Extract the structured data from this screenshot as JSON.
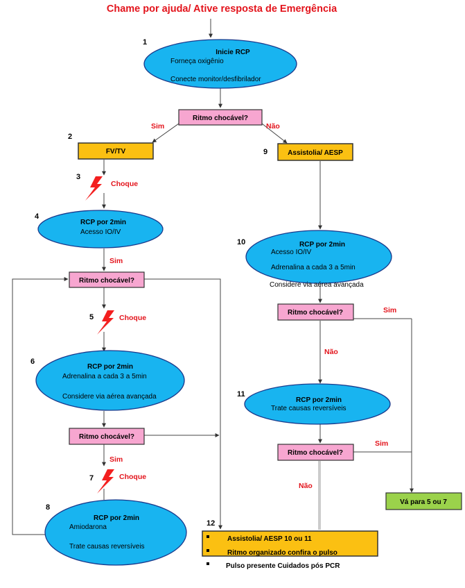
{
  "title": "Chame por ajuda/ Ative resposta de Emergência",
  "step_numbers": [
    "1",
    "2",
    "3",
    "4",
    "5",
    "6",
    "7",
    "8",
    "9",
    "10",
    "11",
    "12"
  ],
  "ovals": {
    "o1": {
      "title": "Inicie RCP",
      "line1": "Forneça oxigênio",
      "line2": "Conecte monitor/desfibrilador"
    },
    "o4": {
      "title": "RCP por 2min",
      "line1": "Acesso IO/IV"
    },
    "o6": {
      "title": "RCP por 2min",
      "line1": "Adrenalina a cada 3 a 5min",
      "line2": "Considere via aérea avançada"
    },
    "o8": {
      "title": "RCP por 2min",
      "line1": "Amiodarona",
      "line2": "Trate causas reversíveis"
    },
    "o10": {
      "title": "RCP por 2min",
      "line1": "Acesso IO/IV",
      "line2": "Adrenalina a cada 3 a 5min",
      "line3": "Considere via aérea avançada"
    },
    "o11": {
      "title": "RCP por 2min",
      "line1": "Trate causas reversíveis"
    }
  },
  "decision_label": "Ritmo chocável?",
  "boxes": {
    "fvtv": "FV/TV",
    "assistolia": "Assistolia/ AESP",
    "final": "Vá para 5 ou 7"
  },
  "yes_label": "Sim",
  "no_label": "Não",
  "shock_label": "Choque",
  "box12": {
    "item1": "Assistolia/ AESP 10 ou 11",
    "item2": "Ritmo organizado  confira o pulso",
    "item3": "Pulso presente  Cuidados pós  PCR"
  },
  "colors": {
    "oval": "#18b4f0",
    "decision": "#f7a6d0",
    "box": "#fbc012",
    "final": "#9bd24b",
    "red_text": "#e3141c"
  }
}
